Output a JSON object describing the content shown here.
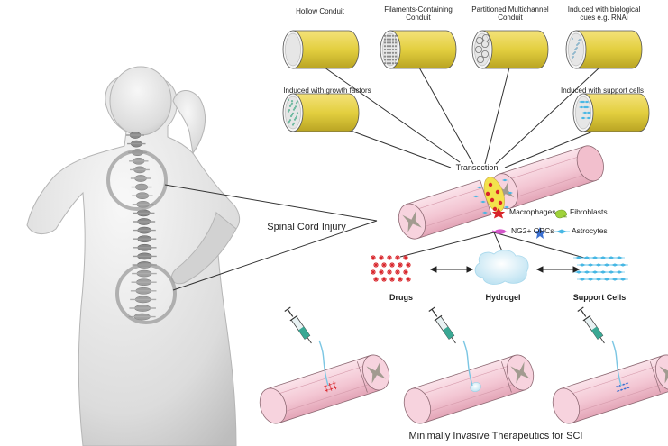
{
  "conduits": {
    "hollow": "Hollow Conduit",
    "filaments": "Filaments-Containing\nConduit",
    "partitioned": "Partitioned Multichannel\nConduit",
    "biological": "Induced with biological\ncues e.g. RNAi",
    "growth": "Induced with growth factors",
    "support": "Induced with support cells"
  },
  "transection_label": "Transection",
  "injury_label": "Spinal Cord Injury",
  "legend": {
    "macrophages": "Macrophages",
    "fibroblasts": "Fibroblasts",
    "ng2": "NG2+ OPCs",
    "astrocytes": "Astrocytes"
  },
  "therapies": {
    "drugs": "Drugs",
    "hydrogel": "Hydrogel",
    "cells": "Support  Cells"
  },
  "footer_title": "Minimally Invasive Therapeutics for SCI",
  "colors": {
    "conduit_yellow": "#e3cf3f",
    "cord_pink": "#f3c6d3",
    "gray_matter": "#a29b90",
    "macrophage_red": "#d8242a",
    "fibroblast_green": "#9fd23a",
    "ng2_magenta": "#d455c9",
    "astro_cyan": "#47b7e4",
    "opc_blue": "#3a6fd0"
  }
}
